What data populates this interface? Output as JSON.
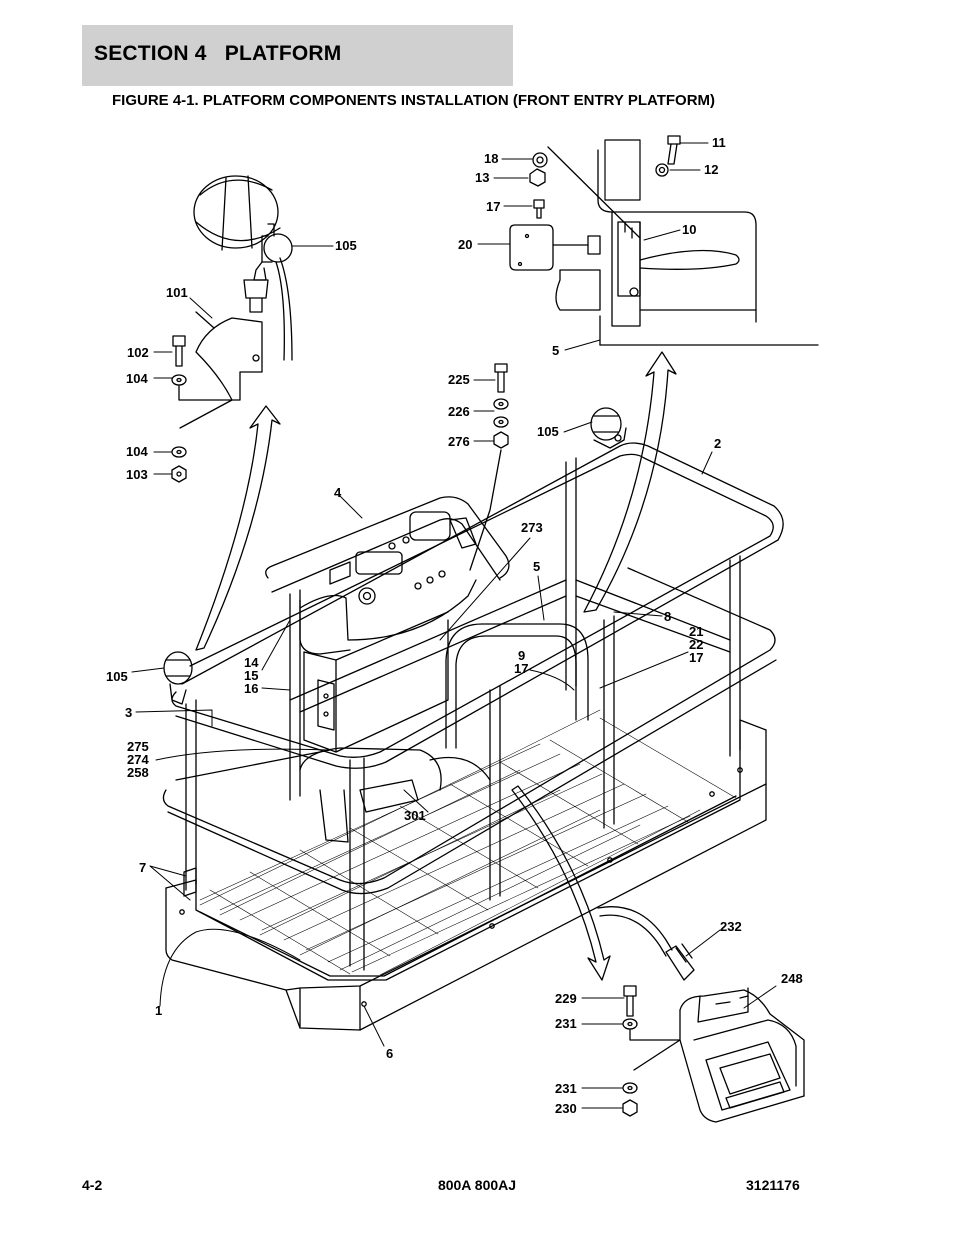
{
  "header": {
    "section_title": "SECTION 4   PLATFORM",
    "figure_title": "FIGURE 4-1. PLATFORM COMPONENTS INSTALLATION (FRONT ENTRY PLATFORM)"
  },
  "callouts": {
    "c11": "11",
    "c12": "12",
    "c18": "18",
    "c13": "13",
    "c17a": "17",
    "c20": "20",
    "c10": "10",
    "c5a": "5",
    "c105a": "105",
    "c101": "101",
    "c102": "102",
    "c104a": "104",
    "c104b": "104",
    "c103": "103",
    "c225": "225",
    "c226": "226",
    "c276": "276",
    "c105b": "105",
    "c2": "2",
    "c4": "4",
    "c273": "273",
    "c5b": "5",
    "c8": "8",
    "c21": "21",
    "c22": "22",
    "c17b": "17",
    "c9": "9",
    "c17c": "17",
    "c14": "14",
    "c15": "15",
    "c16": "16",
    "c105c": "105",
    "c3": "3",
    "c275": "275",
    "c274": "274",
    "c258": "258",
    "c301": "301",
    "c7": "7",
    "c232": "232",
    "c1": "1",
    "c248": "248",
    "c229": "229",
    "c231a": "231",
    "c6": "6",
    "c231b": "231",
    "c230": "230"
  },
  "footer": {
    "page": "4-2",
    "model": "800A 800AJ",
    "part_number": "3121176"
  }
}
